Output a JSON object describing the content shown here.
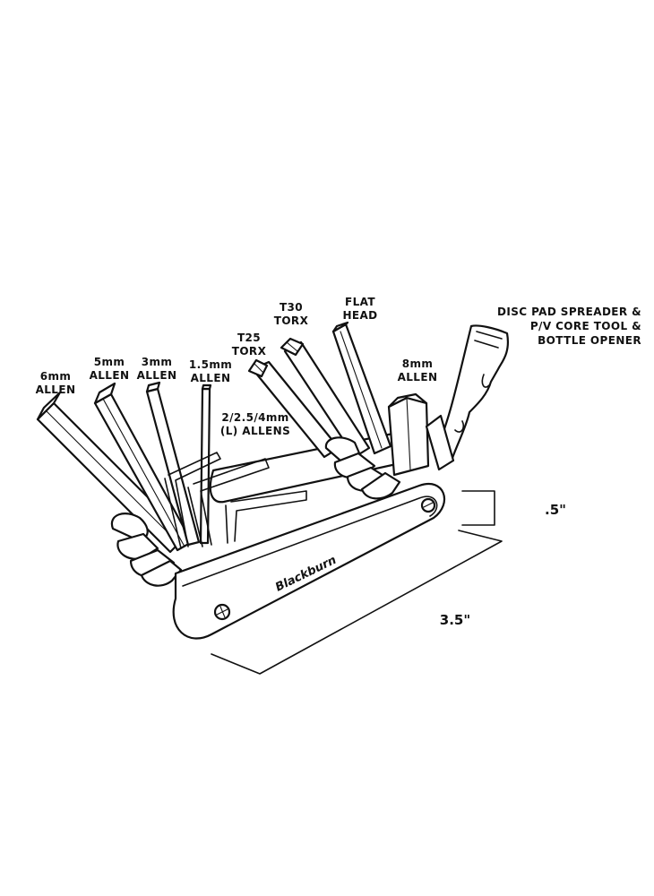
{
  "labels": {
    "allen_6mm": [
      "6mm",
      "ALLEN"
    ],
    "allen_5mm": [
      "5mm",
      "ALLEN"
    ],
    "allen_3mm": [
      "3mm",
      "ALLEN"
    ],
    "allen_1_5mm": [
      "1.5mm",
      "ALLEN"
    ],
    "torx_t25": [
      "T25",
      "TORX"
    ],
    "torx_t30": [
      "T30",
      "TORX"
    ],
    "flat_head": [
      "FLAT",
      "HEAD"
    ],
    "allen_8mm": [
      "8mm",
      "ALLEN"
    ],
    "l_allens": [
      "2/2.5/4mm",
      "(L) ALLENS"
    ],
    "disc_pad": [
      "DISC PAD SPREADER &",
      "P/V CORE TOOL &",
      "BOTTLE OPENER"
    ]
  },
  "dimensions": {
    "height": ".5\"",
    "length": "3.5\""
  },
  "brand": "Blackburn"
}
